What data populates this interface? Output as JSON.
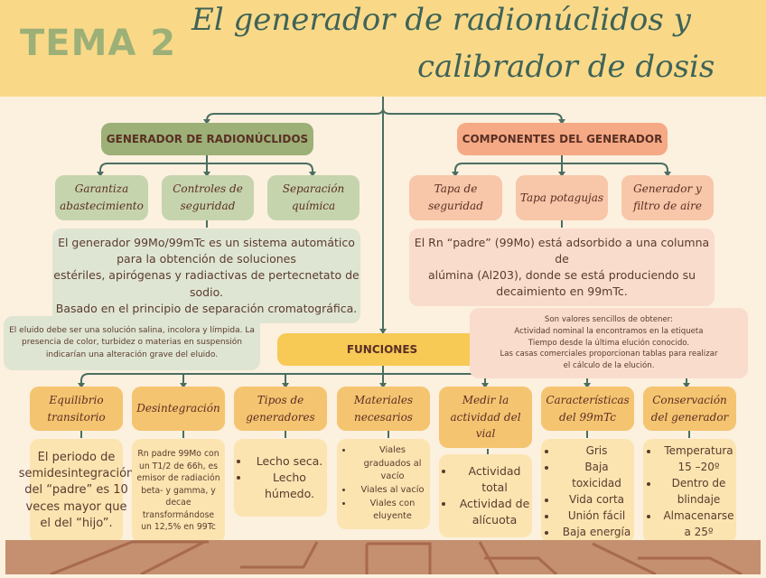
{
  "header": {
    "tema": "TEMA 2",
    "title_line1": "El generador de radionúclidos y",
    "title_line2": "calibrador de dosis"
  },
  "colors": {
    "header_bg": "#f9d988",
    "page_bg": "#fcf0df",
    "green": "#9cb077",
    "salmon": "#f5a985",
    "yellow": "#f7c955",
    "line": "#4a6e60",
    "text": "#5a2f24"
  },
  "generador": {
    "title": "GENERADOR DE RADIONÚCLIDOS",
    "children": [
      "Garantiza abastecimiento",
      "Controles de seguridad",
      "Separación química"
    ],
    "description": [
      "El generador 99Mo/99mTc es un sistema automático",
      "para la obtención de soluciones",
      "estériles, apirógenas y radiactivas de pertecnetato de",
      "sodio.",
      "Basado en el principio de separación cromatográfica."
    ],
    "note": [
      "El eluido debe ser una solución salina, incolora y límpida. La",
      "presencia de color, turbidez o materias en suspensión",
      "indicarían una alteración grave del eluido."
    ]
  },
  "componentes": {
    "title": "COMPONENTES DEL GENERADOR",
    "children": [
      "Tapa de seguridad",
      "Tapa potagujas",
      "Generador y filtro de aire"
    ],
    "description": [
      "El Rn “padre” (99Mo) está adsorbido a una columna de",
      "alúmina (Al203), donde se está produciendo su",
      "decaimiento en 99mTc."
    ],
    "note": [
      "Son valores sencillos de obtener:",
      "Actividad nominal la encontramos en la etiqueta",
      "Tiempo desde la última elución conocido.",
      "Las casas comerciales proporcionan tablas para realizar",
      "el cálculo de la elución."
    ]
  },
  "funciones": {
    "title": "FUNCIONES",
    "items": [
      {
        "title": "Equilibrio transitorio",
        "text": "El periodo de semidesintegración del “padre” es 10 veces mayor que el del “hijo”."
      },
      {
        "title": "Desintegración",
        "text": "Rn padre 99Mo con un T1/2 de 66h, es emisor de radiación beta- y gamma, y decae transformándose un 12,5% en 99Tc"
      },
      {
        "title": "Tipos de generadores",
        "bullets": [
          "Lecho seca.",
          "Lecho húmedo."
        ]
      },
      {
        "title": "Materiales necesarios",
        "bullets": [
          "Viales graduados al vacío",
          "Viales al vacío",
          "Viales con eluyente"
        ]
      },
      {
        "title": "Medir la actividad del vial",
        "bullets": [
          "Actividad total",
          "Actividad de alícuota"
        ]
      },
      {
        "title": "Características del 99mTc",
        "bullets": [
          "Gris",
          "Baja toxicidad",
          "Vida corta",
          "Unión fácil",
          "Baja energía"
        ]
      },
      {
        "title": "Conservación del generador",
        "bullets": [
          "Temperatura 15 –20º",
          "Dentro de blindaje",
          "Almacenarse a 25º"
        ]
      }
    ]
  }
}
